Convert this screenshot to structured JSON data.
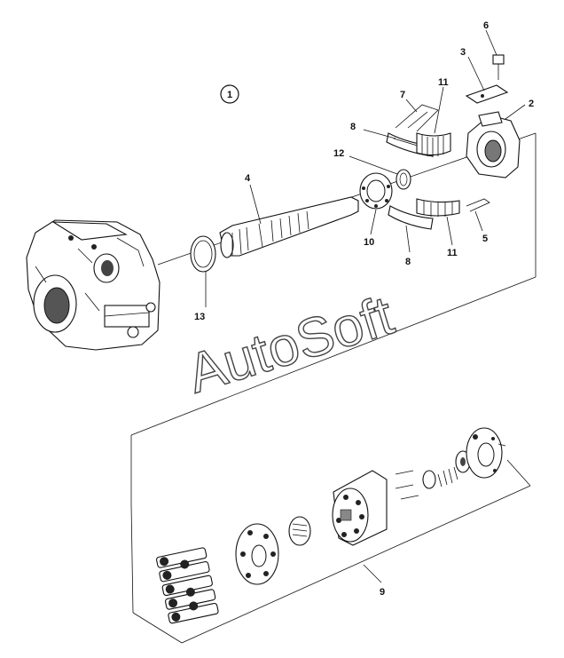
{
  "diagram": {
    "group_number": "1",
    "watermark": "AutoSoft",
    "callouts": [
      {
        "id": "c6",
        "text": "6"
      },
      {
        "id": "c3",
        "text": "3"
      },
      {
        "id": "c2",
        "text": "2"
      },
      {
        "id": "c7",
        "text": "7"
      },
      {
        "id": "c11a",
        "text": "11"
      },
      {
        "id": "c8a",
        "text": "8"
      },
      {
        "id": "c12",
        "text": "12"
      },
      {
        "id": "c4",
        "text": "4"
      },
      {
        "id": "c10",
        "text": "10"
      },
      {
        "id": "c8b",
        "text": "8"
      },
      {
        "id": "c11b",
        "text": "11"
      },
      {
        "id": "c5",
        "text": "5"
      },
      {
        "id": "c13",
        "text": "13"
      },
      {
        "id": "c9",
        "text": "9"
      }
    ]
  }
}
